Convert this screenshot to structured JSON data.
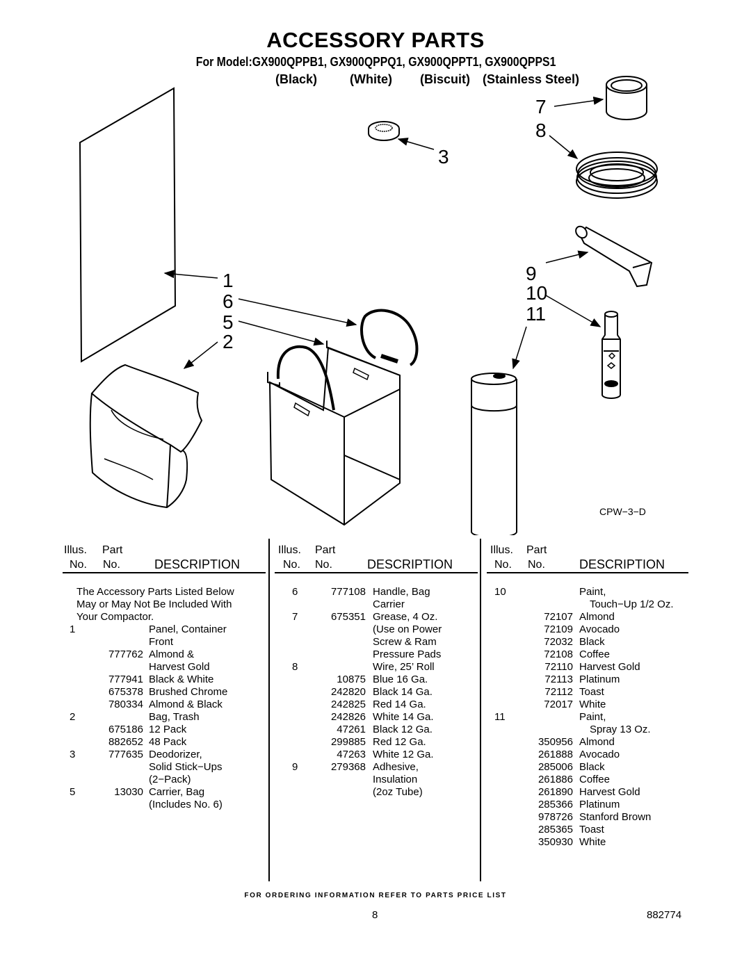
{
  "title": "ACCESSORY PARTS",
  "model_line": "For Model:GX900QPPB1, GX900QPPQ1, GX900QPPT1, GX900QPPS1",
  "colors": [
    "(Black)",
    "(White)",
    "(Biscuit)",
    "(Stainless Steel)"
  ],
  "diagram_code": "CPW−3−D",
  "callouts": [
    "7",
    "8",
    "3",
    "1",
    "6",
    "5",
    "2",
    "9",
    "10",
    "11"
  ],
  "table_headers": {
    "illus_1": "Illus.",
    "illus_2": "No.",
    "part_1": "Part",
    "part_2": "No.",
    "description": "DESCRIPTION"
  },
  "columns": [
    [
      {
        "illus": "",
        "part": "",
        "desc": "The Accessory Parts Listed Below"
      },
      {
        "illus": "",
        "part": "",
        "desc": "May or May Not Be Included With"
      },
      {
        "illus": "",
        "part": "",
        "desc": "Your Compactor."
      },
      {
        "illus": "1",
        "part": "",
        "desc": "Panel, Container"
      },
      {
        "illus": "",
        "part": "",
        "desc": "Front"
      },
      {
        "illus": "",
        "part": "777762",
        "desc": "Almond &"
      },
      {
        "illus": "",
        "part": "",
        "desc": "Harvest Gold"
      },
      {
        "illus": "",
        "part": "777941",
        "desc": "Black & White"
      },
      {
        "illus": "",
        "part": "675378",
        "desc": "Brushed Chrome"
      },
      {
        "illus": "",
        "part": "780334",
        "desc": "Almond & Black"
      },
      {
        "illus": "2",
        "part": "",
        "desc": "Bag, Trash"
      },
      {
        "illus": "",
        "part": "675186",
        "desc": "12 Pack"
      },
      {
        "illus": "",
        "part": "882652",
        "desc": "48 Pack"
      },
      {
        "illus": "3",
        "part": "777635",
        "desc": "Deodorizer,"
      },
      {
        "illus": "",
        "part": "",
        "desc": "Solid Stick−Ups"
      },
      {
        "illus": "",
        "part": "",
        "desc": "(2−Pack)"
      },
      {
        "illus": "5",
        "part": "13030",
        "desc": "Carrier, Bag"
      },
      {
        "illus": "",
        "part": "",
        "desc": "(Includes No. 6)"
      }
    ],
    [
      {
        "illus": "6",
        "part": "777108",
        "desc": "Handle, Bag"
      },
      {
        "illus": "",
        "part": "",
        "desc": "Carrier"
      },
      {
        "illus": "7",
        "part": "675351",
        "desc": "Grease, 4 Oz."
      },
      {
        "illus": "",
        "part": "",
        "desc": "(Use on Power"
      },
      {
        "illus": "",
        "part": "",
        "desc": "Screw & Ram"
      },
      {
        "illus": "",
        "part": "",
        "desc": "Pressure Pads"
      },
      {
        "illus": "8",
        "part": "",
        "desc": "Wire, 25’ Roll"
      },
      {
        "illus": "",
        "part": "10875",
        "desc": "Blue 16 Ga."
      },
      {
        "illus": "",
        "part": "242820",
        "desc": "Black 14 Ga."
      },
      {
        "illus": "",
        "part": "242825",
        "desc": "Red 14 Ga."
      },
      {
        "illus": "",
        "part": "242826",
        "desc": "White 14 Ga."
      },
      {
        "illus": "",
        "part": "47261",
        "desc": "Black 12 Ga."
      },
      {
        "illus": "",
        "part": "299885",
        "desc": "Red 12 Ga."
      },
      {
        "illus": "",
        "part": "47263",
        "desc": "White 12 Ga."
      },
      {
        "illus": "9",
        "part": "279368",
        "desc": "Adhesive,"
      },
      {
        "illus": "",
        "part": "",
        "desc": "Insulation"
      },
      {
        "illus": "",
        "part": "",
        "desc": "(2oz Tube)"
      }
    ],
    [
      {
        "illus": "10",
        "part": "",
        "desc": "Paint,"
      },
      {
        "illus": "",
        "part": "",
        "desc": "Touch−Up 1/2 Oz."
      },
      {
        "illus": "",
        "part": "72107",
        "desc": "Almond"
      },
      {
        "illus": "",
        "part": "72109",
        "desc": "Avocado"
      },
      {
        "illus": "",
        "part": "72032",
        "desc": "Black"
      },
      {
        "illus": "",
        "part": "72108",
        "desc": "Coffee"
      },
      {
        "illus": "",
        "part": "72110",
        "desc": "Harvest Gold"
      },
      {
        "illus": "",
        "part": "72113",
        "desc": "Platinum"
      },
      {
        "illus": "",
        "part": "72112",
        "desc": "Toast"
      },
      {
        "illus": "",
        "part": "72017",
        "desc": "White"
      },
      {
        "illus": "11",
        "part": "",
        "desc": "Paint,"
      },
      {
        "illus": "",
        "part": "",
        "desc": "Spray 13 Oz."
      },
      {
        "illus": "",
        "part": "350956",
        "desc": "Almond"
      },
      {
        "illus": "",
        "part": "261888",
        "desc": "Avocado"
      },
      {
        "illus": "",
        "part": "285006",
        "desc": "Black"
      },
      {
        "illus": "",
        "part": "261886",
        "desc": "Coffee"
      },
      {
        "illus": "",
        "part": "261890",
        "desc": "Harvest Gold"
      },
      {
        "illus": "",
        "part": "285366",
        "desc": "Platinum"
      },
      {
        "illus": "",
        "part": "978726",
        "desc": "Stanford Brown"
      },
      {
        "illus": "",
        "part": "285365",
        "desc": "Toast"
      },
      {
        "illus": "",
        "part": "350930",
        "desc": "White"
      }
    ]
  ],
  "footer": "FOR ORDERING INFORMATION REFER TO PARTS PRICE LIST",
  "page_number": "8",
  "document_number": "882774"
}
